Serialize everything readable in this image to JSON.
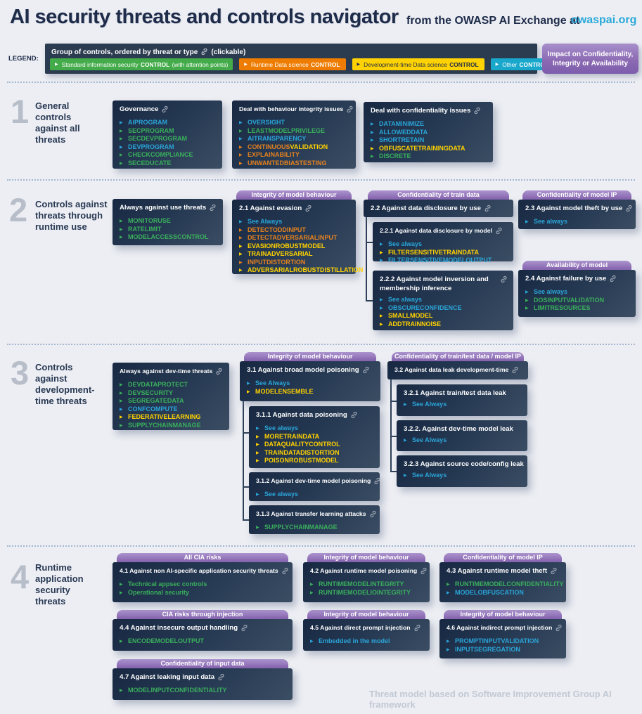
{
  "header": {
    "title": "AI security threats and controls navigator",
    "subtitle": "from the OWASP AI Exchange at",
    "link": "owaspai.org"
  },
  "legend": {
    "label": "LEGEND:",
    "group_title": "Group of controls, ordered by threat or type",
    "group_suffix": "(clickable)",
    "chips": [
      {
        "color": "green",
        "prefix": "Standard information security ",
        "bold": "CONTROL",
        "suffix": " (with attention points)"
      },
      {
        "color": "orange",
        "prefix": "Runtime Data science ",
        "bold": "CONTROL",
        "suffix": ""
      },
      {
        "color": "yellow",
        "prefix": "Development-time Data science ",
        "bold": "CONTROL",
        "suffix": ""
      },
      {
        "color": "cyan",
        "prefix": "Other ",
        "bold": "CONTROL",
        "suffix": ""
      }
    ],
    "impact_line1": "Impact on Confidentiality,",
    "impact_line2": "Integrity or Availability"
  },
  "colors": {
    "item_cyan": "#2aa5d8",
    "item_green": "#3aaf5c",
    "item_yellow": "#ffd200",
    "item_orange": "#e5821f",
    "chip_green": "#44ab4a",
    "chip_orange": "#ee7c00",
    "chip_yellow": "#ffd303",
    "chip_cyan": "#19a7cc",
    "purple": "#8a68b2",
    "dark_box": "#243751",
    "link_cyan": "#29a9d9"
  },
  "sections": [
    {
      "number": "1",
      "label": "General\ncontrols\nagainst all\nthreats"
    },
    {
      "number": "2",
      "label": "Controls against\nthreats through\nruntime use"
    },
    {
      "number": "3",
      "label": "Controls\nagainst\ndevelopment-\ntime threats"
    },
    {
      "number": "4",
      "label": "Runtime\napplication\nsecurity\nthreats"
    }
  ],
  "boxes": [
    {
      "id": "g1a",
      "title": "Governance",
      "link": true,
      "items": [
        {
          "text": "AIPROGRAM",
          "color": "cyan"
        },
        {
          "text": "SECPROGRAM",
          "color": "green"
        },
        {
          "text": "SECDEVPROGRAM",
          "color": "green"
        },
        {
          "text": "DEVPROGRAM",
          "color": "cyan"
        },
        {
          "text": "CHECKCOMPLIANCE",
          "color": "green"
        },
        {
          "text": "SECEDUCATE",
          "color": "green"
        }
      ]
    },
    {
      "id": "g1b",
      "title": "Deal with behaviour integrity issues",
      "link": true,
      "small": true,
      "items": [
        {
          "text": "OVERSIGHT",
          "color": "cyan"
        },
        {
          "text": "LEASTMODELPRIVILEGE",
          "color": "green"
        },
        {
          "text": "AITRANSPARENCY",
          "color": "cyan"
        },
        {
          "parts": [
            {
              "text": "CONTINUOUS",
              "color": "orange"
            },
            {
              "text": "VALIDATION",
              "color": "yellow"
            }
          ],
          "arrow": "orange"
        },
        {
          "text": "EXPLAINABILITY",
          "color": "orange"
        },
        {
          "text": "UNWANTEDBIASTESTING",
          "color": "orange"
        }
      ]
    },
    {
      "id": "g1c",
      "title": "Deal with confidentiality issues",
      "link": true,
      "items": [
        {
          "text": "DATAMINIMIZE",
          "color": "cyan"
        },
        {
          "text": "ALLOWEDDATA",
          "color": "cyan"
        },
        {
          "text": "SHORTRETAIN",
          "color": "cyan"
        },
        {
          "text": "OBFUSCATETRAININGDATA",
          "color": "yellow"
        },
        {
          "text": "DISCRETE",
          "color": "green"
        }
      ]
    },
    {
      "id": "a2",
      "title": "Always against use threats",
      "link": true,
      "items": [
        {
          "text": "MONITORUSE",
          "color": "green"
        },
        {
          "text": "RATELIMIT",
          "color": "green"
        },
        {
          "text": "MODELACCESSCONTROL",
          "color": "green"
        }
      ]
    },
    {
      "id": "b21",
      "head": "Integrity of model behaviour",
      "title": "2.1 Against evasion",
      "link": true,
      "items": [
        {
          "text": "See Always",
          "color": "cyan"
        },
        {
          "text": "DETECTODDINPUT",
          "color": "orange"
        },
        {
          "text": "DETECTADVERSARIALINPUT",
          "color": "orange"
        },
        {
          "text": "EVASIONROBUSTMODEL",
          "color": "yellow"
        },
        {
          "text": "TRAINADVERSARIAL",
          "color": "yellow"
        },
        {
          "text": "INPUTDISTORTION",
          "color": "orange"
        },
        {
          "text": "ADVERSARIALROBUSTDISTILLATION",
          "color": "yellow"
        }
      ]
    },
    {
      "id": "b22",
      "head": "Confidentiality of train data",
      "title": "2.2 Against data disclosure by use",
      "link": true,
      "items": []
    },
    {
      "id": "b221",
      "title": "2.2.1 Against data disclosure by model",
      "link": true,
      "small": true,
      "items": [
        {
          "text": "See always",
          "color": "cyan"
        },
        {
          "text": "FILTERSENSITIVETRAINDATA",
          "color": "yellow"
        },
        {
          "text": "FILTERSENSITIVEMODELOUTPUT",
          "color": "cyan"
        }
      ]
    },
    {
      "id": "b222",
      "title": "2.2.2 Against model inversion and membership inference",
      "link": true,
      "wrap": true,
      "items": [
        {
          "text": "See always",
          "color": "cyan"
        },
        {
          "text": "OBSCURECONFIDENCE",
          "color": "cyan"
        },
        {
          "text": "SMALLMODEL",
          "color": "yellow"
        },
        {
          "text": "ADDTRAINNOISE",
          "color": "yellow"
        }
      ]
    },
    {
      "id": "b23",
      "head": "Confidentiality of model IP",
      "title": "2.3 Against model theft by use",
      "link": true,
      "items": [
        {
          "text": "See always",
          "color": "cyan"
        }
      ]
    },
    {
      "id": "b24",
      "head": "Availability of model",
      "title": "2.4 Against failure by use",
      "link": true,
      "items": [
        {
          "text": "See always",
          "color": "cyan"
        },
        {
          "text": "DOSINPUTVALIDATION",
          "color": "green"
        },
        {
          "text": "LIMITRESOURCES",
          "color": "green"
        }
      ]
    },
    {
      "id": "a3",
      "title": "Always against dev-time threats",
      "link": true,
      "small": true,
      "items": [
        {
          "text": "DEVDATAPROTECT",
          "color": "green"
        },
        {
          "text": "DEVSECURITY",
          "color": "green"
        },
        {
          "text": "SEGREGATEDATA",
          "color": "green"
        },
        {
          "text": "CONFCOMPUTE",
          "color": "cyan"
        },
        {
          "text": "FEDERATIVELEARNING",
          "color": "yellow"
        },
        {
          "text": "SUPPLYCHAINMANAGE",
          "color": "green"
        }
      ]
    },
    {
      "id": "b31",
      "head": "Integrity of model behaviour",
      "title": "3.1 Against broad model poisoning",
      "link": true,
      "items": [
        {
          "text": "See Always",
          "color": "cyan"
        },
        {
          "text": "MODELENSEMBLE",
          "color": "yellow"
        }
      ]
    },
    {
      "id": "b311",
      "title": "3.1.1 Against data poisoning",
      "link": true,
      "items": [
        {
          "text": "See always",
          "color": "cyan"
        },
        {
          "text": "MORETRAINDATA",
          "color": "yellow"
        },
        {
          "text": "DATAQUALITYCONTROL",
          "color": "yellow"
        },
        {
          "text": "TRAINDATADISTORTION",
          "color": "yellow"
        },
        {
          "text": "POISONROBUSTMODEL",
          "color": "yellow"
        }
      ]
    },
    {
      "id": "b312",
      "title": "3.1.2 Against dev-time model poisoning",
      "link": true,
      "small": true,
      "items": [
        {
          "text": "See always",
          "color": "cyan"
        }
      ]
    },
    {
      "id": "b313",
      "title": "3.1.3 Against transfer learning attacks",
      "link": true,
      "small": true,
      "items": [
        {
          "text": "SUPPLYCHAINMANAGE",
          "color": "green"
        }
      ]
    },
    {
      "id": "b32",
      "head": "Confidentiality of train/test data / model IP",
      "title": "3.2 Against data leak development-time",
      "link": true,
      "small": true,
      "items": []
    },
    {
      "id": "b321",
      "title": "3.2.1 Against train/test data leak",
      "link": false,
      "items": [
        {
          "text": "See Always",
          "color": "cyan"
        }
      ]
    },
    {
      "id": "b322",
      "title": "3.2.2. Against dev-time model leak",
      "link": false,
      "items": [
        {
          "text": "See Always",
          "color": "cyan"
        }
      ]
    },
    {
      "id": "b323",
      "title": "3.2.3 Against source code/config leak",
      "link": false,
      "items": [
        {
          "text": "See Always",
          "color": "cyan"
        }
      ]
    },
    {
      "id": "b41",
      "head": "All CIA risks",
      "title": "4.1 Against non AI-specific application security threats",
      "link": true,
      "small": true,
      "items": [
        {
          "text": "Technical appsec controls",
          "color": "green"
        },
        {
          "text": "Operational security",
          "color": "green"
        }
      ]
    },
    {
      "id": "b42",
      "head": "Integrity of model behaviour",
      "title": "4.2 Against runtime model poisoning",
      "link": true,
      "small": true,
      "items": [
        {
          "text": "RUNTIMEMODELINTEGRITY",
          "color": "green"
        },
        {
          "text": "RUNTIMEMODELIOINTEGRITY",
          "color": "green"
        }
      ]
    },
    {
      "id": "b43",
      "head": "Confidentiality of model IP",
      "title": "4.3 Against runtime model theft",
      "link": true,
      "items": [
        {
          "text": "RUNTIMEMODELCONFIDENTIALITY",
          "color": "green"
        },
        {
          "text": "MODELOBFUSCATION",
          "color": "cyan"
        }
      ]
    },
    {
      "id": "b44",
      "head": "CIA risks through injection",
      "title": "4.4 Against insecure output handling",
      "link": true,
      "items": [
        {
          "text": "ENCODEMODELOUTPUT",
          "color": "green"
        }
      ]
    },
    {
      "id": "b45",
      "head": "Integrity of model behaviour",
      "title": "4.5 Against direct prompt injection",
      "link": true,
      "small": true,
      "items": [
        {
          "text": "Embedded in the model",
          "color": "cyan"
        }
      ]
    },
    {
      "id": "b46",
      "head": "Integrity of model behaviour",
      "title": "4.6 Against indirect prompt injection",
      "link": true,
      "small": true,
      "items": [
        {
          "text": "PROMPTINPUTVALIDATION",
          "color": "cyan"
        },
        {
          "text": "INPUTSEGREGATION",
          "color": "cyan"
        }
      ]
    },
    {
      "id": "b47",
      "head": "Confidentiality of input data",
      "title": "4.7 Against leaking input data",
      "link": true,
      "items": [
        {
          "text": "MODELINPUTCONFIDENTIALITY",
          "color": "green"
        }
      ]
    }
  ],
  "footer": "Threat model based on Software Improvement Group AI framework"
}
